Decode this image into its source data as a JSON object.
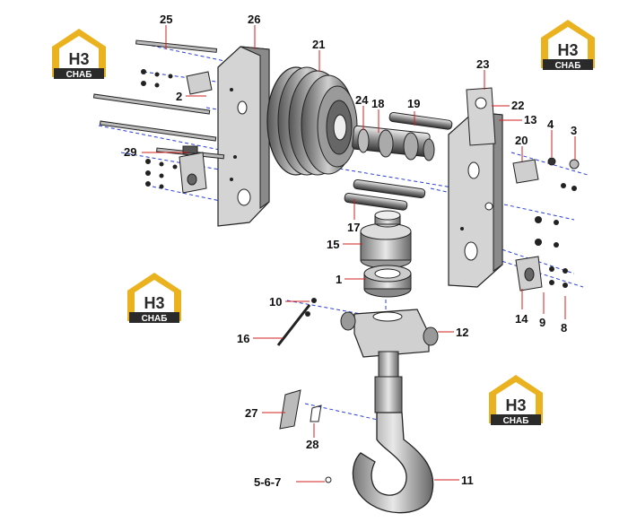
{
  "colors": {
    "leader": "#d22020",
    "axis": "#2b3fd8",
    "ink": "#111111",
    "logo_gold": "#e9b21e",
    "logo_dark": "#2a2a2a"
  },
  "watermark": {
    "mark": "H3",
    "word": "CHAБ"
  },
  "callouts": {
    "c25": "25",
    "c26": "26",
    "c21": "21",
    "c2": "2",
    "c24": "24",
    "c18": "18",
    "c19": "19",
    "c23": "23",
    "c22": "22",
    "c13": "13",
    "c4": "4",
    "c3": "3",
    "c20": "20",
    "c29": "29",
    "c17": "17",
    "c15": "15",
    "c1": "1",
    "c10": "10",
    "c16": "16",
    "c14": "14",
    "c9": "9",
    "c8": "8",
    "c12": "12",
    "c27": "27",
    "c28": "28",
    "c567": "5-6-7",
    "c11": "11"
  }
}
